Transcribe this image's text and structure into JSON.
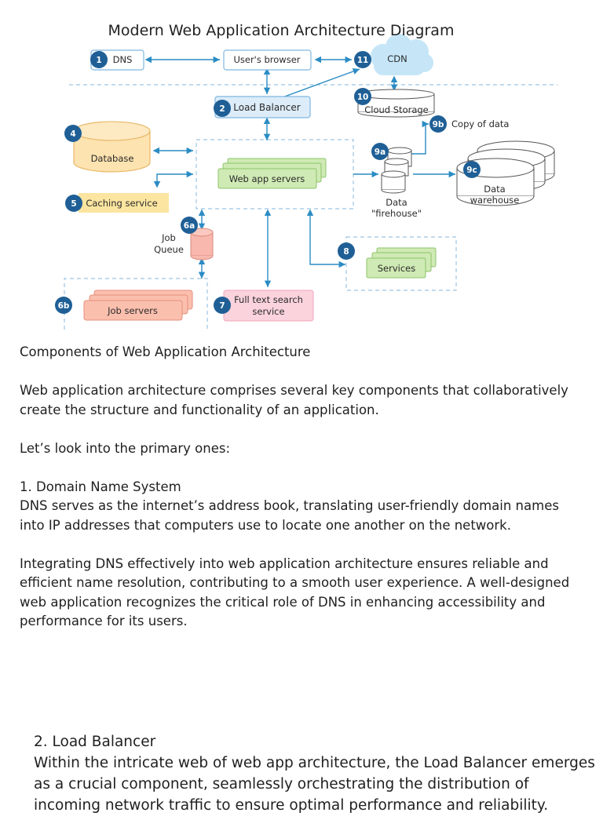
{
  "diagram": {
    "title": "Modern Web Application Architecture Diagram",
    "nodes": {
      "dns": "DNS",
      "browser": "User's browser",
      "cdn": "CDN",
      "load_balancer": "Load Balancer",
      "cloud_storage": "Cloud Storage",
      "copy_of_data": "Copy of data",
      "database": "Database",
      "web_app_servers": "Web app servers",
      "caching_service": "Caching service",
      "data_firehouse_line1": "Data",
      "data_firehouse_line2": "\"firehouse\"",
      "data_warehouse_line1": "Data",
      "data_warehouse_line2": "warehouse",
      "job_queue_line1": "Job",
      "job_queue_line2": "Queue",
      "services": "Services",
      "job_servers": "Job servers",
      "full_text_search_line1": "Full text search",
      "full_text_search_line2": "service"
    },
    "badges": {
      "dns": "1",
      "load_balancer": "2",
      "database": "4",
      "caching": "5",
      "job_queue": "6a",
      "job_servers": "6b",
      "search": "7",
      "services": "8",
      "firehouse": "9a",
      "copy": "9b",
      "warehouse": "9c",
      "cloud_storage": "10",
      "cdn": "11"
    },
    "colors": {
      "arrow": "#2b8cc4",
      "badge": "#1f5f96",
      "dashed": "#9cc4e4",
      "dns_fill": "#ffffff",
      "lb_fill": "#dcecf9",
      "cdn_fill": "#c6e6f8",
      "db_fill": "#fde3b0",
      "db_stroke": "#e6b25c",
      "cache_fill": "#fbe5a0",
      "green_fill": "#cfeab4",
      "green_stroke": "#8cc46a",
      "job_fill": "#fbbfae",
      "job_stroke": "#e58f7b",
      "queue_fill": "#f8b8ad",
      "search_fill": "#fbd3dd",
      "search_stroke": "#f0a6bb"
    }
  },
  "article": {
    "section_title": "Components of Web Application Architecture",
    "intro": "Web application architecture comprises several key components that collaboratively create the structure and functionality of an application.",
    "lead": "Let’s look into the primary ones:",
    "dns_heading": "1. Domain Name System",
    "dns_text": "DNS serves as the internet’s address book, translating user-friendly domain names into IP addresses that computers use to locate one another on the network.",
    "dns_text2": "Integrating DNS effectively into web application architecture ensures reliable and efficient name resolution, contributing to a smooth user experience. A well-designed web application recognizes the critical role of DNS in enhancing accessibility and performance for its users.",
    "lb_heading": "2. Load Balancer",
    "lb_text": "Within the intricate web of web app architecture, the Load Balancer emerges as a crucial component, seamlessly orchestrating the distribution of incoming network traffic to ensure optimal performance and reliability."
  }
}
